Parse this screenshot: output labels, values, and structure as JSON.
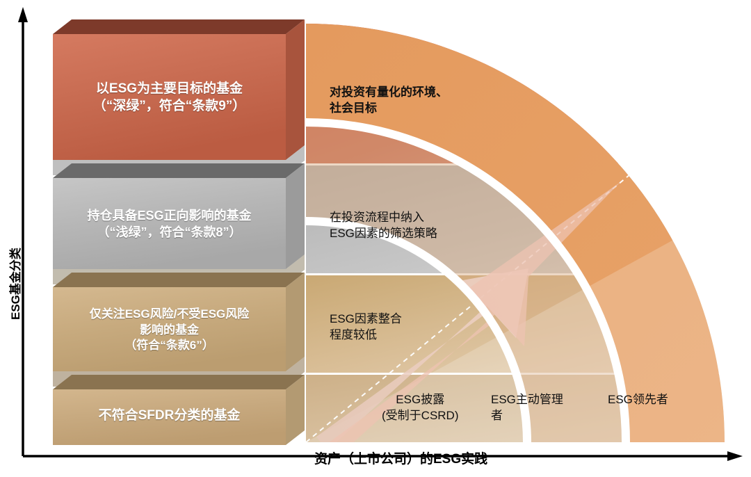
{
  "axes": {
    "y_label": "ESG基金分类",
    "x_label": "资产（上市公司）的ESG实践",
    "y_arrow_icon": "arrow-up-icon",
    "x_arrow_icon": "arrow-right-icon"
  },
  "colors": {
    "band_red": "#c9684f",
    "band_red_dark": "#7d3a2a",
    "band_gray": "#b9b9b9",
    "band_gray_dark": "#6a6a6a",
    "band_tan": "#c8ab82",
    "band_tan_dark": "#8a7350",
    "band_sand": "#c9a87c",
    "arc_red": "#cc6a52",
    "arc_gray": "#c3c3c3",
    "arc_tan": "#d9bc94",
    "arc_orange": "#e09a5c",
    "arrow_overlay": "#e8b6a8",
    "axis": "#000000",
    "divider": "#ffffff"
  },
  "bars": [
    {
      "id": "bar-deep-green",
      "lines": [
        "以ESG为主要目标的基金",
        "（“深绿”，符合“条款9”）"
      ],
      "color": "#c9684f",
      "font_size": 19
    },
    {
      "id": "bar-light-green",
      "lines": [
        "持仓具备ESG正向影响的基金",
        "（“浅绿”，符合“条款8”）"
      ],
      "color": "#b9b9b9",
      "font_size": 18
    },
    {
      "id": "bar-article-6",
      "lines": [
        "仅关注ESG风险/不受ESG风险",
        "影响的基金",
        "（符合“条款6”）"
      ],
      "color": "#c8ab82",
      "font_size": 17
    },
    {
      "id": "bar-non-sfdr",
      "lines": [
        "不符合SFDR分类的基金"
      ],
      "color": "#c9a87c",
      "font_size": 19
    }
  ],
  "arc_labels": [
    {
      "id": "arc-label-quantified-goals",
      "text": "对投资有量化的环境、\n社会目标",
      "font_size": 17,
      "bold": true
    },
    {
      "id": "arc-label-screening",
      "text": "在投资流程中纳入\nESG因素的筛选策略",
      "font_size": 17,
      "bold": false
    },
    {
      "id": "arc-label-low-integration",
      "text": "ESG因素整合\n程度较低",
      "font_size": 17,
      "bold": false
    },
    {
      "id": "arc-label-disclosure",
      "text": "ESG披露\n(受制于CSRD)",
      "font_size": 17,
      "bold": false
    },
    {
      "id": "arc-label-active-manager",
      "text": "ESG主动管理\n者",
      "font_size": 17,
      "bold": false
    },
    {
      "id": "arc-label-leader",
      "text": "ESG领先者",
      "font_size": 17,
      "bold": false
    }
  ],
  "chart_data": {
    "type": "diagram",
    "title": "",
    "xlabel": "资产（上市公司）的ESG实践",
    "ylabel": "ESG基金分类",
    "categories_y": [
      "以ESG为主要目标的基金（“深绿”，符合“条款9”）",
      "持仓具备ESG正向影响的基金（“浅绿”，符合“条款8”）",
      "仅关注ESG风险/不受ESG风险影响的基金（符合“条款6”）",
      "不符合SFDR分类的基金"
    ],
    "categories_x": [
      "ESG披露(受制于CSRD)",
      "ESG主动管理者",
      "ESG领先者"
    ]
  }
}
